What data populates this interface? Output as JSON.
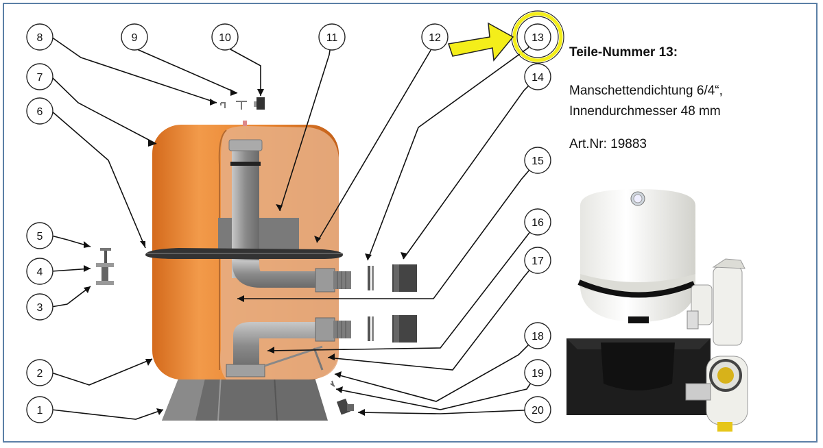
{
  "part_labels": [
    "1",
    "2",
    "3",
    "4",
    "5",
    "6",
    "7",
    "8",
    "9",
    "10",
    "11",
    "12",
    "13",
    "14",
    "15",
    "16",
    "17",
    "18",
    "19",
    "20"
  ],
  "highlight_part": "13",
  "info": {
    "title": "Teile-Nummer 13:",
    "desc_line1": "Manschettendichtung 6/4“,",
    "desc_line2": "Innendurchmesser 48 mm",
    "article": "Art.Nr: 19883"
  },
  "colors": {
    "tank_orange": "#e8832e",
    "highlight_yellow": "#f4ee1a",
    "frame_border": "#5b7fa6",
    "pipe_gray": "#9a9a9a"
  },
  "icons": [
    "arrow-highlight-icon",
    "product-photo"
  ]
}
